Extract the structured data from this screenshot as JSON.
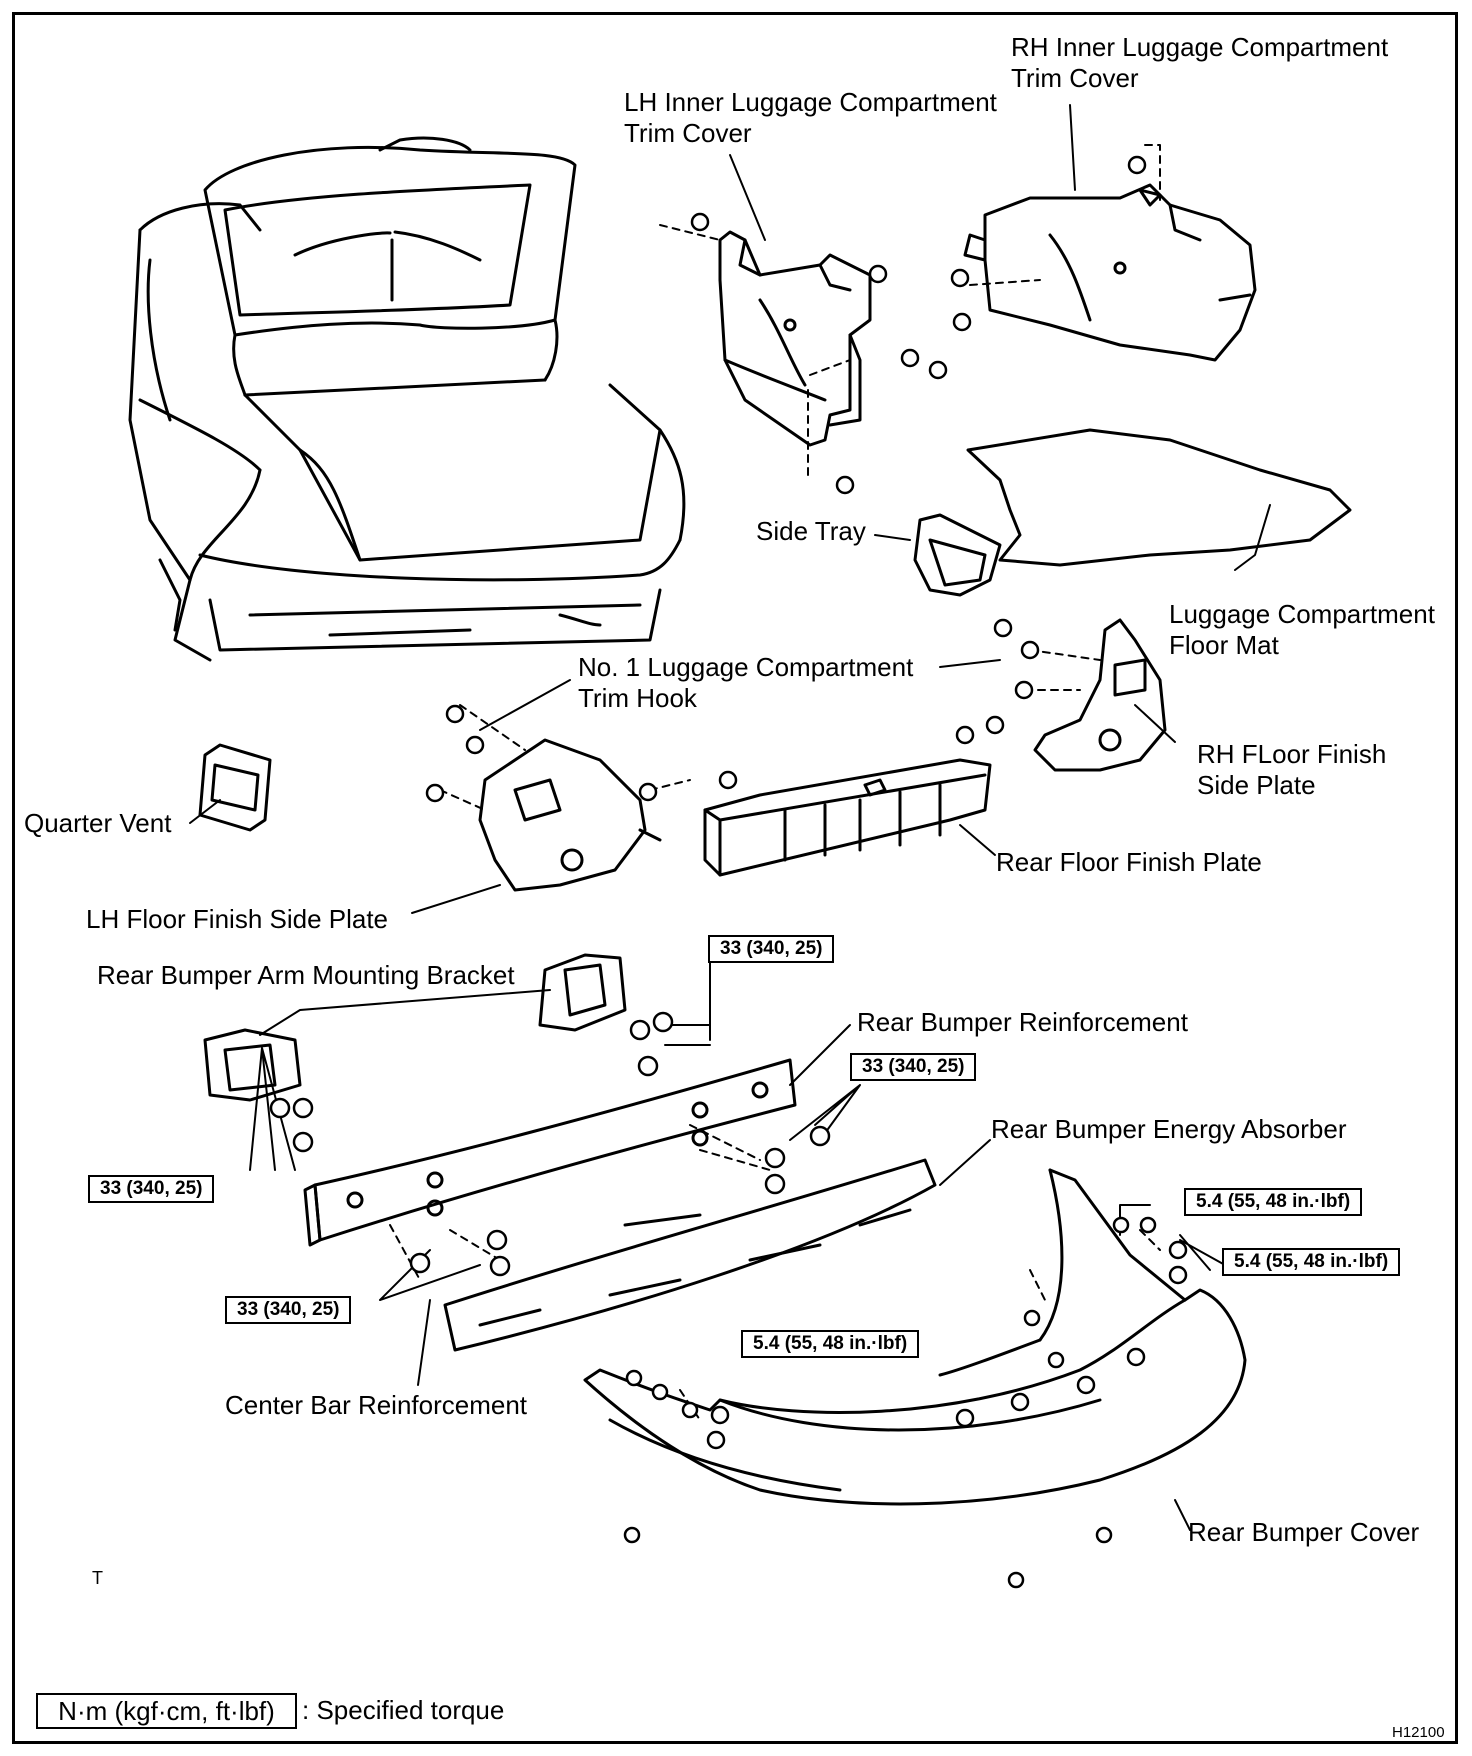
{
  "labels": {
    "rh_inner_trim": "RH Inner Luggage Compartment\nTrim Cover",
    "lh_inner_trim": "LH Inner Luggage Compartment\nTrim Cover",
    "side_tray": "Side Tray",
    "floor_mat": "Luggage Compartment\nFloor Mat",
    "trim_hook": "No. 1 Luggage Compartment\nTrim Hook",
    "rh_floor_side": "RH FLoor Finish\nSide Plate",
    "quarter_vent": "Quarter Vent",
    "rear_floor_plate": "Rear Floor Finish Plate",
    "lh_floor_side": "LH Floor Finish Side Plate",
    "arm_bracket": "Rear Bumper Arm Mounting Bracket",
    "reinforcement": "Rear Bumper Reinforcement",
    "energy_absorber": "Rear Bumper Energy Absorber",
    "center_bar": "Center Bar Reinforcement",
    "bumper_cover": "Rear Bumper Cover"
  },
  "torques": {
    "t1": "33 (340, 25)",
    "t2": "33 (340, 25)",
    "t3": "33 (340, 25)",
    "t4": "33 (340, 25)",
    "t5": "5.4 (55, 48 in.·lbf)",
    "t6": "5.4 (55, 48 in.·lbf)",
    "t7": "5.4 (55, 48 in.·lbf)"
  },
  "legend": {
    "unit_box": "N·m (kgf·cm, ft·lbf)",
    "meaning": ": Specified torque"
  },
  "marks": {
    "t_mark": "T",
    "figure_code": "H12100"
  }
}
